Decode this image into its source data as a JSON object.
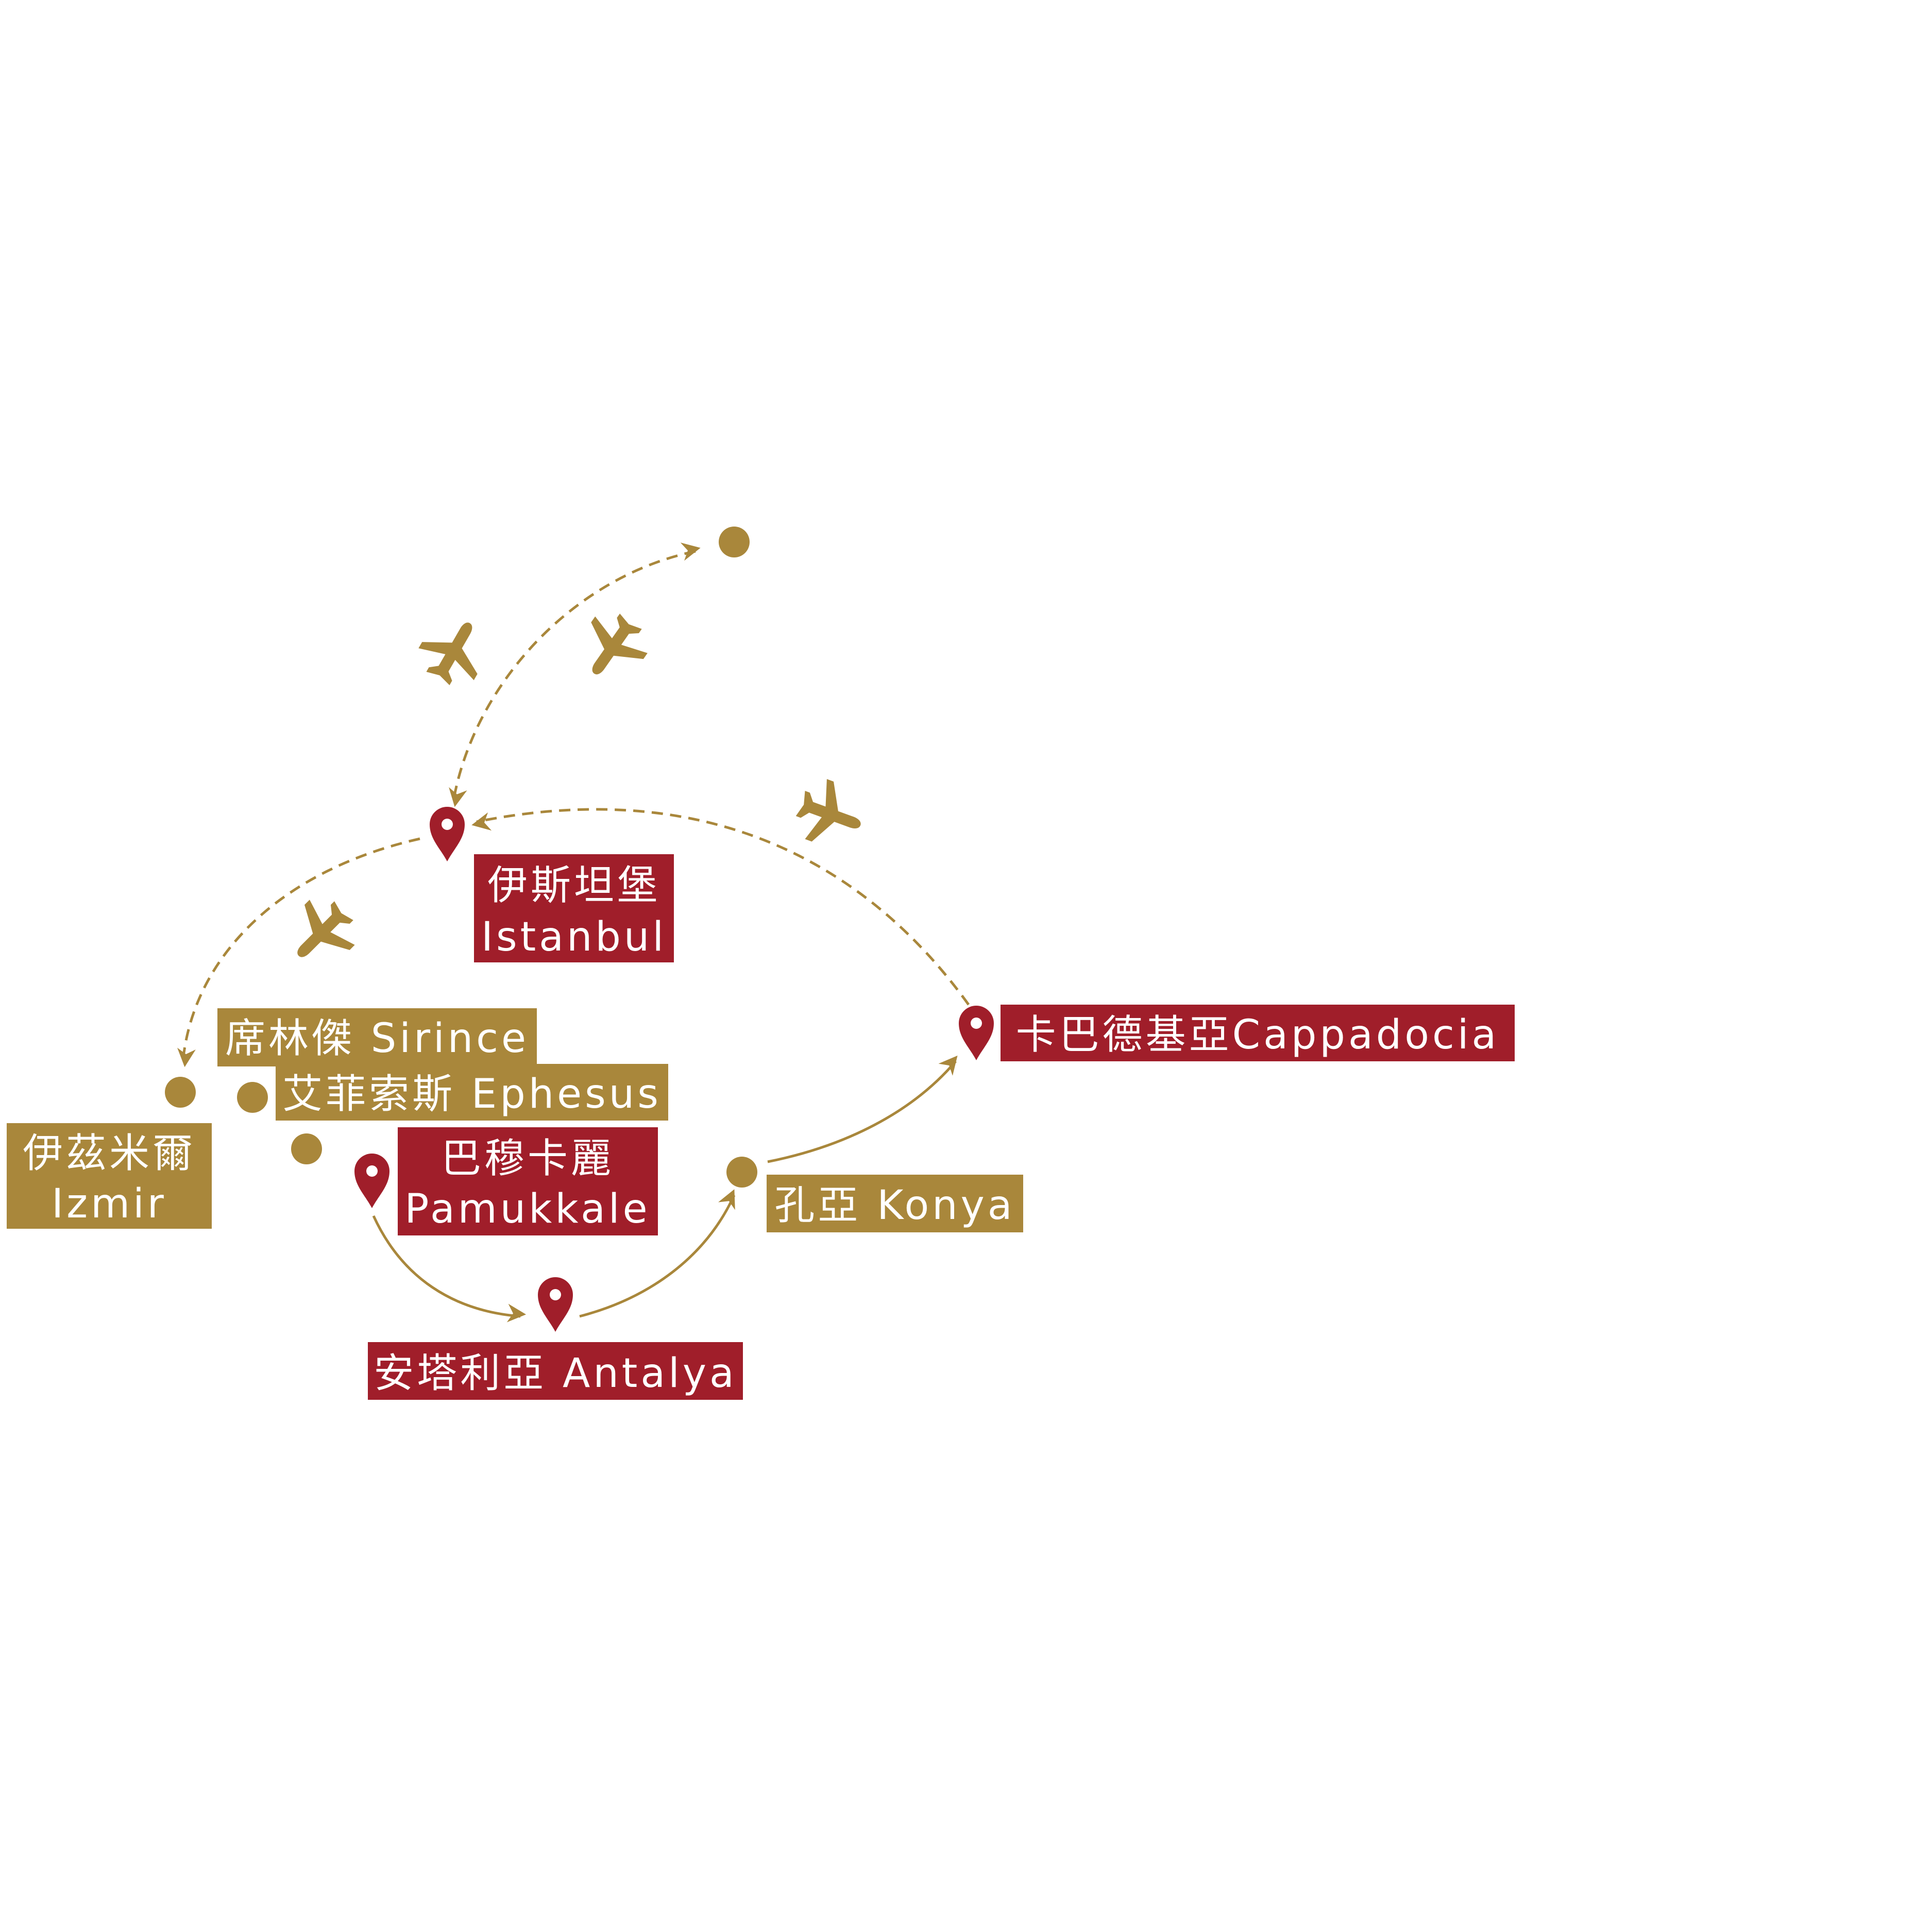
{
  "colors": {
    "gold": "#A9873B",
    "red": "#A01E2A",
    "label_text": "#FFFFFF",
    "background": "#FFFFFF"
  },
  "route": {
    "legs": [
      {
        "from": "origin",
        "to": "伊斯坦堡 Istanbul",
        "mode": "flight",
        "bidirectional": true
      },
      {
        "from": "伊斯坦堡 Istanbul",
        "to": "伊茲米爾 Izmir",
        "mode": "flight"
      },
      {
        "from": "巴穆卡麗 Pamukkale",
        "to": "安塔利亞 Antalya",
        "mode": "road"
      },
      {
        "from": "安塔利亞 Antalya",
        "to": "孔亞 Konya",
        "mode": "road"
      },
      {
        "from": "孔亞 Konya",
        "to": "卡巴德基亞 Cappadocia",
        "mode": "road"
      },
      {
        "from": "卡巴德基亞 Cappadocia",
        "to": "伊斯坦堡 Istanbul",
        "mode": "flight"
      }
    ]
  },
  "places": {
    "istanbul": {
      "zh": "伊斯坦堡",
      "en": "Istanbul",
      "marker": "pin-icon",
      "color": "red"
    },
    "cappadocia": {
      "text": "卡巴德基亞Cappadocia",
      "marker": "pin-icon",
      "color": "red"
    },
    "sirince": {
      "text": "席林傑 Sirince",
      "marker": "dot",
      "color": "gold"
    },
    "ephesus": {
      "text": "艾菲索斯 Ephesus",
      "marker": "dot",
      "color": "gold"
    },
    "izmir": {
      "zh": "伊茲米爾",
      "en": "Izmir",
      "marker": "dot",
      "color": "gold"
    },
    "pamukkale": {
      "zh": "巴穆卡麗",
      "en": "Pamukkale",
      "marker": "pin-icon",
      "color": "red"
    },
    "konya": {
      "text": "孔亞 Konya",
      "marker": "dot",
      "color": "gold"
    },
    "antalya": {
      "text": "安塔利亞 Antalya",
      "marker": "pin-icon",
      "color": "red"
    }
  },
  "icons": [
    "airplane-icon",
    "pin-icon",
    "arrow-head-icon"
  ]
}
